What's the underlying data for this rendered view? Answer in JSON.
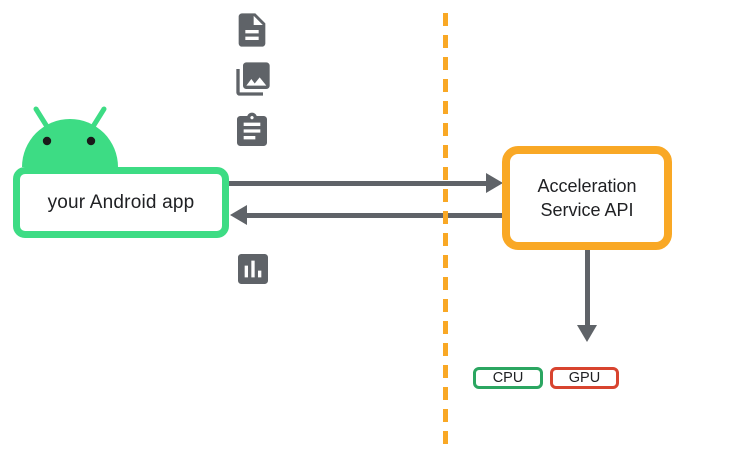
{
  "diagram": {
    "app_box": {
      "label": "your Android app",
      "border_color": "#3DDC84"
    },
    "api_box": {
      "label": "Acceleration Service API",
      "border_color": "#F9A825"
    },
    "chips": {
      "cpu": {
        "label": "CPU",
        "border_color": "#2BA661"
      },
      "gpu": {
        "label": "GPU",
        "border_color": "#D8442F"
      }
    },
    "icons": [
      {
        "name": "document-icon"
      },
      {
        "name": "photo-library-icon"
      },
      {
        "name": "clipboard-icon"
      },
      {
        "name": "bar-chart-icon"
      }
    ],
    "android_head_color": "#3DDC84",
    "arrow_color": "#5F6368",
    "divider_color": "#F9A825"
  }
}
